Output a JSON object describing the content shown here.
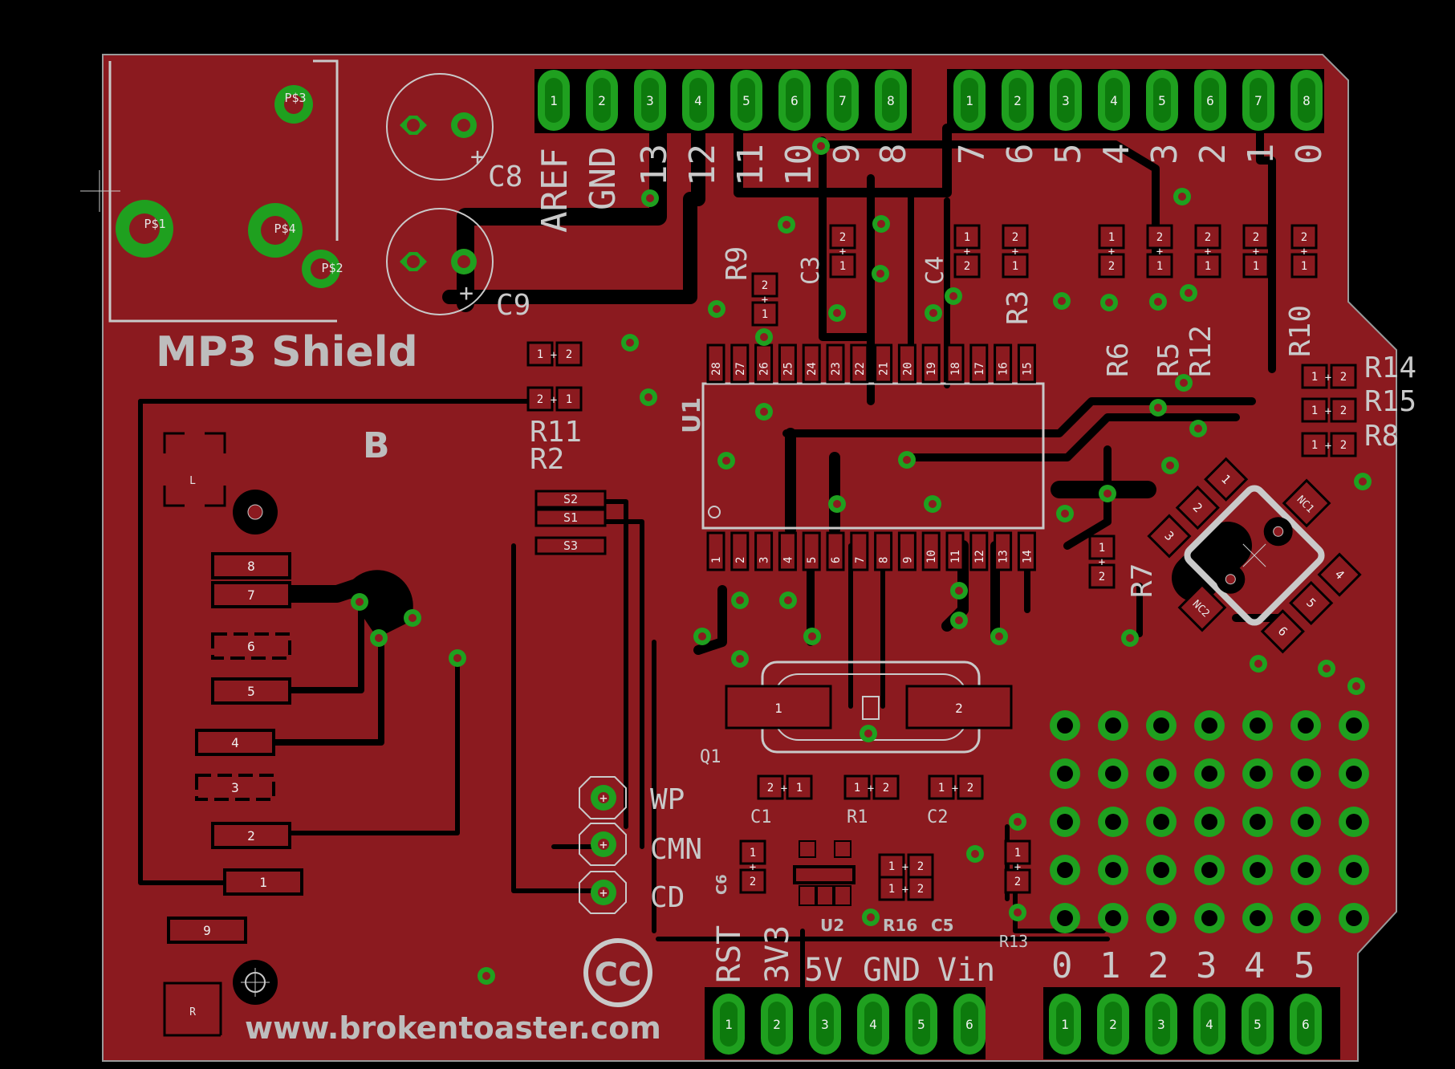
{
  "board": {
    "title": "MP3 Shield",
    "url": "www.brokentoaster.com",
    "cc_logo": "CC",
    "b_mark": "B"
  },
  "colors": {
    "background": "#000000",
    "copper": "#8b1a1f",
    "copper_dark": "#6e1216",
    "via": "#1fa01f",
    "silkscreen": "#c9c9c9",
    "outline": "#9a9a9a"
  },
  "header_top_left": {
    "pins": [
      "1",
      "2",
      "3",
      "4",
      "5",
      "6",
      "7",
      "8"
    ],
    "labels": [
      "AREF",
      "GND",
      "13",
      "12",
      "11",
      "10",
      "9",
      "8"
    ]
  },
  "header_top_right": {
    "pins": [
      "1",
      "2",
      "3",
      "4",
      "5",
      "6",
      "7",
      "8"
    ],
    "labels": [
      "7",
      "6",
      "5",
      "4",
      "3",
      "2",
      "1",
      "0"
    ]
  },
  "header_bottom_power": {
    "pins": [
      "1",
      "2",
      "3",
      "4",
      "5",
      "6"
    ],
    "labels": [
      "RST",
      "3V3",
      "5V",
      "GND",
      "Vin"
    ]
  },
  "header_bottom_analog": {
    "pins": [
      "1",
      "2",
      "3",
      "4",
      "5",
      "6"
    ],
    "labels": [
      "0",
      "1",
      "2",
      "3",
      "4",
      "5"
    ]
  },
  "jack_pads": [
    "P$3",
    "P$1",
    "P$4",
    "P$2"
  ],
  "card_pads": [
    "8",
    "7",
    "6",
    "5",
    "4",
    "3",
    "2",
    "1",
    "9"
  ],
  "card_corner_labels": [
    "L",
    "R"
  ],
  "switch_pads": [
    "S2",
    "S1",
    "S3"
  ],
  "switch_labels": [
    "WP",
    "CMN",
    "CD"
  ],
  "u1": {
    "name": "U1",
    "top_pins": [
      "28",
      "27",
      "26",
      "25",
      "24",
      "23",
      "22",
      "21",
      "20",
      "19",
      "18",
      "17",
      "16",
      "15"
    ],
    "bottom_pins": [
      "1",
      "2",
      "3",
      "4",
      "5",
      "6",
      "7",
      "8",
      "9",
      "10",
      "11",
      "12",
      "13",
      "14"
    ]
  },
  "components": {
    "C8": "C8",
    "C9": "C9",
    "C3": "C3",
    "C4": "C4",
    "R9": "R9",
    "R3": "R3",
    "R11": "R11",
    "R2": "R2",
    "R6": "R6",
    "R5": "R5",
    "R12": "R12",
    "R10": "R10",
    "R14": "R14",
    "R15": "R15",
    "R8": "R8",
    "R7": "R7",
    "Q1": "Q1",
    "C1": "C1",
    "R1": "R1",
    "C2": "C2",
    "C6": "C6",
    "U2": "U2",
    "R16": "R16",
    "C5": "C5",
    "R13": "R13",
    "NC1": "NC1",
    "NC2": "NC2"
  },
  "smd_pad_labels": {
    "one": "1",
    "two": "2",
    "plus": "+",
    "four": "4",
    "five": "5",
    "six": "6",
    "three": "3"
  }
}
